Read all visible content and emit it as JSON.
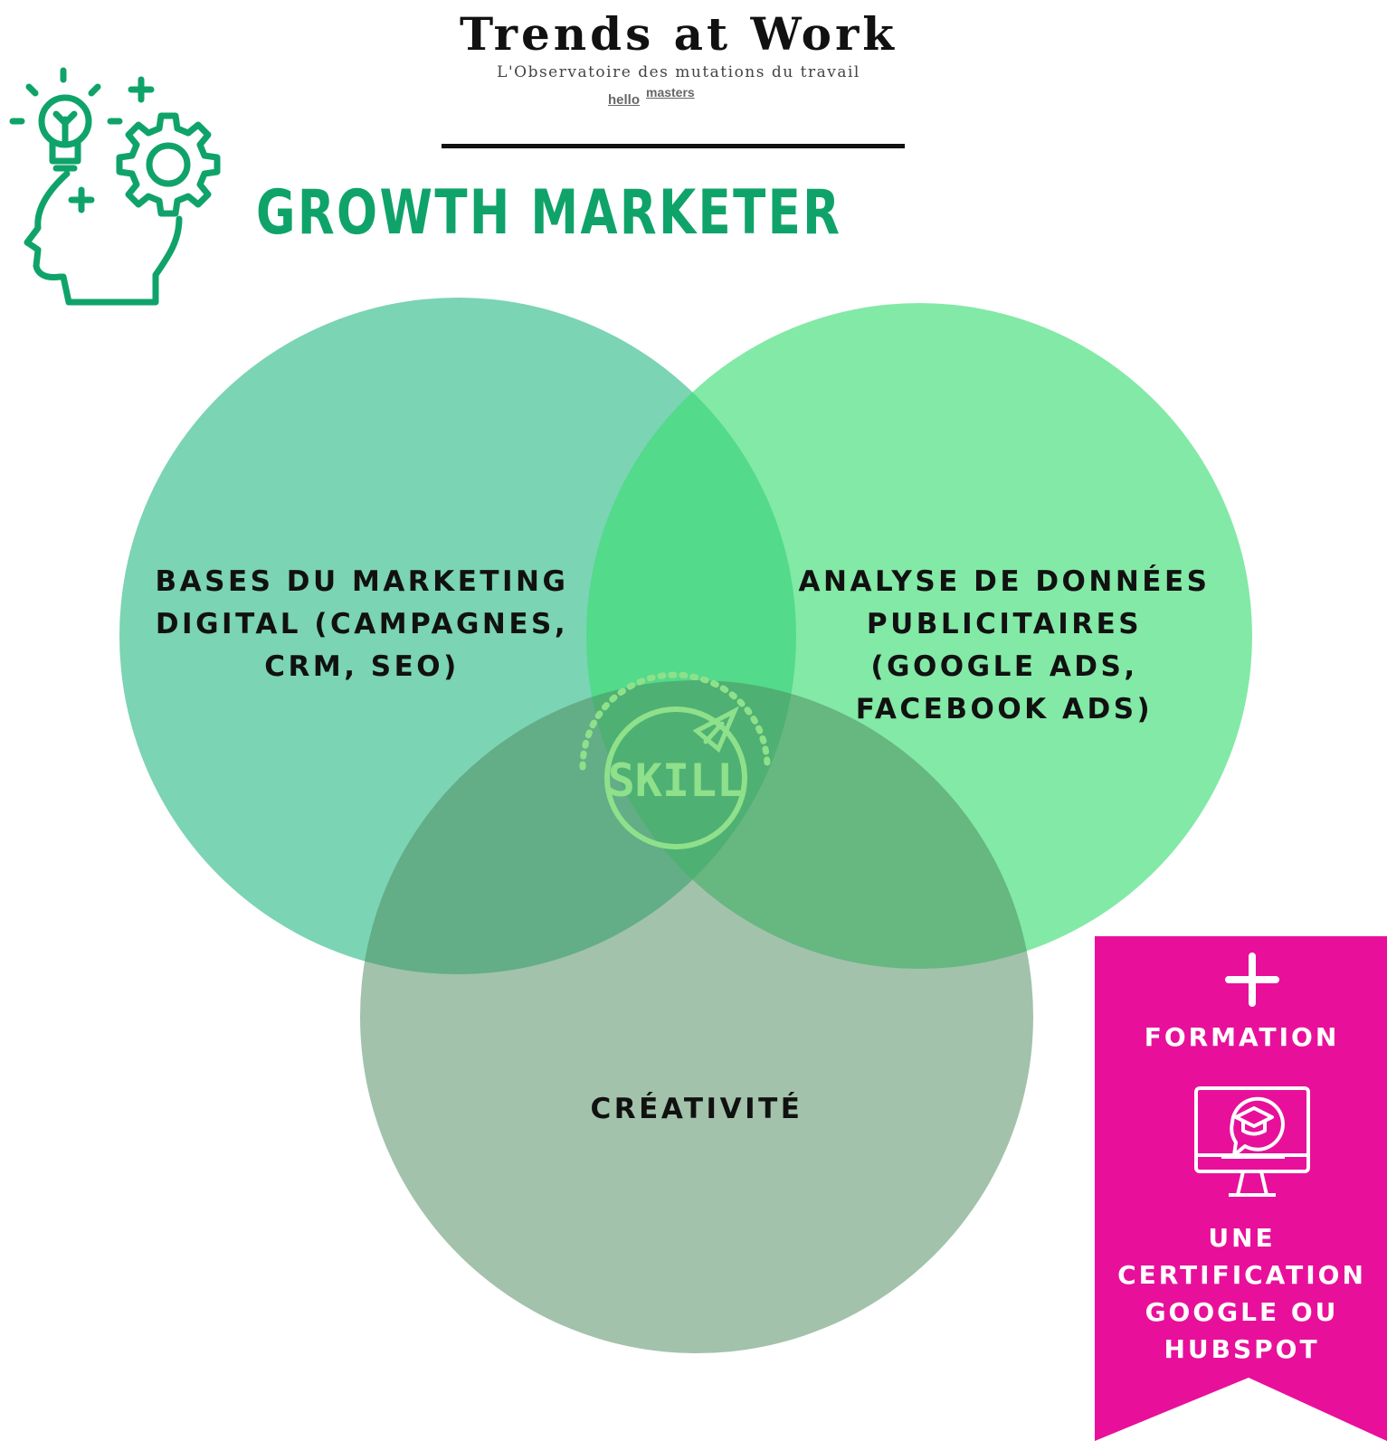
{
  "header": {
    "brand_title": "Trends at Work",
    "brand_subtitle": "L'Observatoire des mutations du travail",
    "logo_hello": "hello",
    "logo_masters": "masters"
  },
  "title": {
    "text": "GROWTH MARKETER",
    "color": "#0fa36a"
  },
  "icons": {
    "head_icon": "head-with-lightbulb-and-gear-icon",
    "center_icon": "skill-badge-icon",
    "center_icon_text": "SKILL",
    "training_icon": "monitor-graduation-cap-icon",
    "plus_icon": "plus-icon"
  },
  "venn": {
    "sets": [
      {
        "label": "BASES DU MARKETING\nDIGITAL (CAMPAGNES,\nCRM, SEO)",
        "color": "#4fc59b"
      },
      {
        "label": "ANALYSE DE DONNÉES\nPUBLICITAIRES\n(GOOGLE ADS,\nFACEBOOK ADS)",
        "color": "#3ddc73"
      },
      {
        "label": "CRÉATIVITÉ",
        "color": "#4d8a5e"
      }
    ]
  },
  "banner": {
    "heading": "FORMATION",
    "body": "UNE\nCERTIFICATION\nGOOGLE OU\nHUBSPOT",
    "color": "#e8109b"
  }
}
